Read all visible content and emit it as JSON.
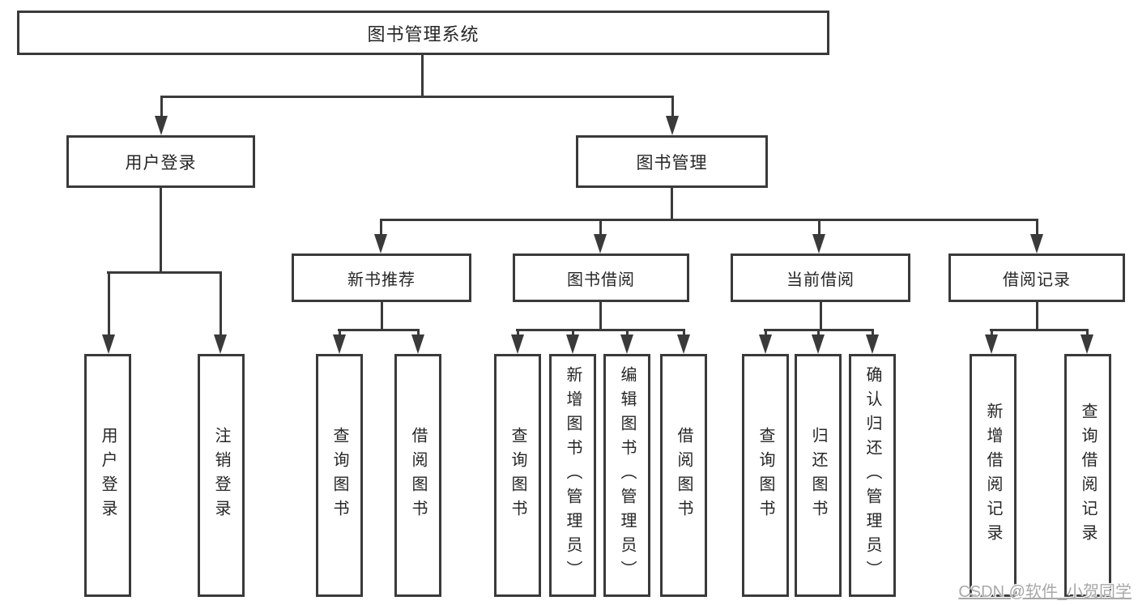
{
  "tree": {
    "root": {
      "label": "图书管理系统"
    },
    "branches": [
      {
        "label": "用户登录",
        "children": [
          {
            "label": "用户登录"
          },
          {
            "label": "注销登录"
          }
        ]
      },
      {
        "label": "图书管理",
        "children": [
          {
            "label": "新书推荐",
            "children": [
              {
                "label": "查询图书"
              },
              {
                "label": "借阅图书"
              }
            ]
          },
          {
            "label": "图书借阅",
            "children": [
              {
                "label": "查询图书"
              },
              {
                "label": "新增图书（管理员）"
              },
              {
                "label": "编辑图书（管理员）"
              },
              {
                "label": "借阅图书"
              }
            ]
          },
          {
            "label": "当前借阅",
            "children": [
              {
                "label": "查询图书"
              },
              {
                "label": "归还图书"
              },
              {
                "label": "确认归还（管理员）"
              }
            ]
          },
          {
            "label": "借阅记录",
            "children": [
              {
                "label": "新增借阅记录"
              },
              {
                "label": "查询借阅记录"
              }
            ]
          }
        ]
      }
    ]
  },
  "watermark": {
    "text": "CSDN @软件_小贺同学"
  },
  "colors": {
    "line": "#3a3a3a",
    "text": "#262626",
    "background": "#ffffff",
    "watermark": "#a8a8a8"
  }
}
